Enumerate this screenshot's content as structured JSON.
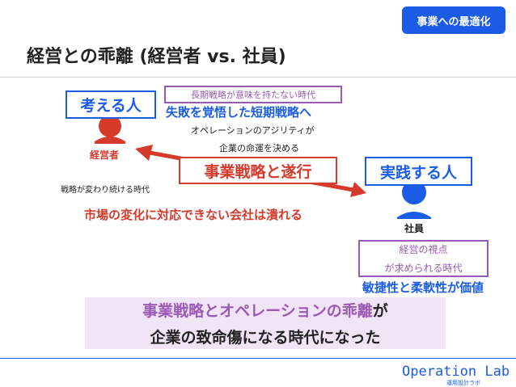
{
  "badge": "事業への最適化",
  "title": "経営との乖離 (経営者 vs. 社員)",
  "thinker": {
    "box": "考える人",
    "label": "経営者"
  },
  "doer": {
    "box": "実践する人",
    "label": "社員"
  },
  "purple_box_top": "長期戦略が意味を持たない時代",
  "short_term": "失敗を覚悟した短期戦略へ",
  "agility": {
    "line1": "オペレーションのアジリティが",
    "line2": "企業の命運を決める"
  },
  "center_box": "事業戦略と遂行",
  "strategy_changes": "戦略が変わり続ける時代",
  "market_change": "市場の変化に対応できない会社は潰れる",
  "purple_box_right": {
    "line1": "経営の視点",
    "line2": "が求められる時代"
  },
  "agile_value": "敏捷性と柔軟性が価値",
  "summary": {
    "line1_part1": "事業戦略とオペレーションの乖離",
    "line1_part2": "が",
    "line2": "企業の致命傷になる時代になった"
  },
  "footer": {
    "logo": "Operation Lab",
    "sub": "運用設計ラボ"
  },
  "colors": {
    "blue": "#1a5ce6",
    "red": "#d63a2a",
    "purple": "#9b59b6",
    "summary_bg": "#f1e4f7"
  },
  "icons": {
    "thinker_figure": "person-icon",
    "doer_figure": "person-icon",
    "arrow": "double-arrow-icon"
  }
}
